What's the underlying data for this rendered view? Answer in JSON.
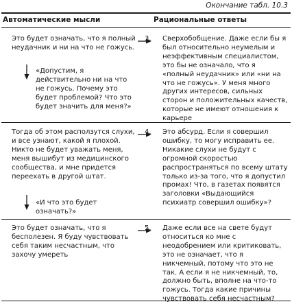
{
  "caption": "Окончание табл. 10.3",
  "headers": {
    "left": "Автоматические мысли",
    "right": "Рациональные ответы"
  },
  "rows": [
    {
      "num": "3.",
      "left": "Это будет означать, что я полный неудачник и ни на что не гожусь.",
      "quote": "«Допустим, я действительно ни на что не гожусь. Почему это будет проблемой? Что это будет значить для меня?»",
      "right": "Сверхобобщение. Даже если бы я был относительно неумелым и неэффективным специалистом, это бы не означало, что я «полный неудачник» или «ни на что не гожусь». У меня много других интересов, сильных сторон и положительных качеств, которые не имеют отношения к карьере"
    },
    {
      "num": "4.",
      "left": "Тогда об этом расползутся слухи, и все узнают, какой я плохой. Никто не будет уважать меня, меня вышибут из медицинского сообщества, и мне придется переехать в другой штат.",
      "quote": "«И что это будет означать?»",
      "right": "Это абсурд. Если я совершил ошибку, то могу исправить ее. Никакие слухи не будут с огромной скоростью распространяться по всему штату только из-за того, что я допустил промах! Что, в газетах появятся заголовки «Выдающийся психиатр совершил ошибку»?"
    },
    {
      "num": "5.",
      "left": "Это будет означать, что я бесполезен. Я буду чувствовать себя таким несчастным, что захочу умереть",
      "right": "Даже если все на свете будут относиться ко мне с неодобрением или критиковать, это не означает, что я никчемный, потому что это не так. А если я не никчемный, то, должно быть, вполне на что-то гожусь. Тогда какие причины чувствовать себя несчастным?"
    }
  ]
}
